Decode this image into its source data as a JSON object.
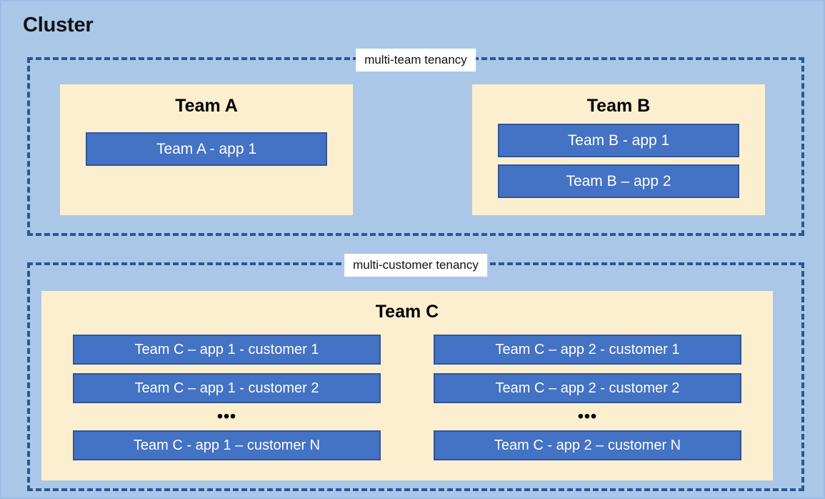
{
  "diagram": {
    "title": "Cluster",
    "colors": {
      "canvas_background": "#aac7e8",
      "group_border": "#2f5496",
      "team_background": "#fcefd0",
      "app_background": "#4472c4",
      "app_border": "#2f5597",
      "app_text": "#ffffff",
      "label_background": "#ffffff"
    },
    "groups": [
      {
        "id": "multi-team",
        "label": "multi-team tenancy",
        "teams": [
          {
            "id": "team-a",
            "title": "Team A",
            "apps": [
              {
                "label": "Team A - app 1"
              }
            ]
          },
          {
            "id": "team-b",
            "title": "Team B",
            "apps": [
              {
                "label": "Team B - app 1"
              },
              {
                "label": "Team B – app 2"
              }
            ]
          }
        ]
      },
      {
        "id": "multi-customer",
        "label": "multi-customer tenancy",
        "teams": [
          {
            "id": "team-c",
            "title": "Team C",
            "columns": [
              {
                "id": "team-c-app-1",
                "apps": [
                  {
                    "label": "Team C – app 1 - customer 1"
                  },
                  {
                    "label": "Team C – app 1 - customer 2"
                  }
                ],
                "ellipsis": "•••",
                "last_app": {
                  "label": "Team C - app 1 – customer N"
                }
              },
              {
                "id": "team-c-app-2",
                "apps": [
                  {
                    "label": "Team C – app 2 - customer 1"
                  },
                  {
                    "label": "Team C – app 2 - customer 2"
                  }
                ],
                "ellipsis": "•••",
                "last_app": {
                  "label": "Team C - app 2 – customer N"
                }
              }
            ]
          }
        ]
      }
    ]
  }
}
